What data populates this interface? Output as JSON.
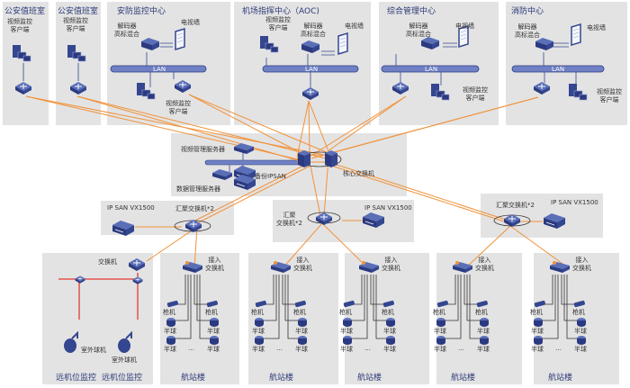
{
  "diagram": {
    "top_zones": [
      {
        "title": "公安值班室",
        "client_label": "视频监控\n客户端"
      },
      {
        "title": "公安值班室",
        "client_label": "视频监控\n客户端"
      },
      {
        "title": "安防监控中心",
        "decoder_label": "解码器\n高标混合",
        "tvwall_label": "电视墙",
        "lan_label": "LAN",
        "client_label": "视频监控\n客户端"
      },
      {
        "title": "机场指挥中心（AOC)",
        "client_label": "视频监控\n客户端",
        "decoder_label": "解码器\n高标混合",
        "tvwall_label": "电视墙",
        "lan_label": "LAN"
      },
      {
        "title": "综合管理中心",
        "decoder_label": "解码器\n高标混合",
        "tvwall_label": "电视墙",
        "lan_label": "LAN",
        "client_label": "视频监控\n客户端"
      },
      {
        "title": "消防中心",
        "decoder_label": "解码器\n高标混合",
        "tvwall_label": "电视墙",
        "lan_label": "LAN",
        "client_label": "视频监控\n客户端"
      }
    ],
    "core": {
      "video_mgmt_server": "视频管理服务器",
      "data_mgmt_server": "数据管理服务器",
      "backup_ipsan": "备份IPSAN",
      "core_switch": "核心交换机"
    },
    "aggregation": [
      {
        "storage": "IP SAN VX1500",
        "switch": "汇聚交换机*2"
      },
      {
        "storage": "IP SAN VX1500",
        "switch": "汇聚\n交换机*2"
      },
      {
        "storage": "IP SAN VX1500",
        "switch": "汇聚交换机*2"
      }
    ],
    "remote": {
      "switch": "交换机",
      "dome1": "室外球机",
      "dome2": "室外球机",
      "caption1": "远机位监控",
      "caption2": "远机位监控"
    },
    "terminals": [
      {
        "switch": "接入\n交换机",
        "gun": "枪机",
        "dome": "半球",
        "ellipsis": "…",
        "caption": "航站楼"
      },
      {
        "switch": "接入\n交换机",
        "gun": "枪机",
        "dome": "半球",
        "ellipsis": "…",
        "caption": "航站楼"
      },
      {
        "switch": "接入\n交换机",
        "gun": "枪机",
        "dome": "半球",
        "ellipsis": "…",
        "caption": "航站楼"
      },
      {
        "switch": "接入\n交换机",
        "gun": "枪机",
        "dome": "半球",
        "ellipsis": "…",
        "caption": "航站楼"
      },
      {
        "switch": "接入\n交换机",
        "gun": "枪机",
        "dome": "半球",
        "ellipsis": "…",
        "caption": "航站楼"
      }
    ],
    "colors": {
      "panel": "#e3e3e3",
      "link": "#f0923a",
      "device": "#34468f",
      "ring": "#e53935",
      "title": "#2c3a78"
    }
  }
}
